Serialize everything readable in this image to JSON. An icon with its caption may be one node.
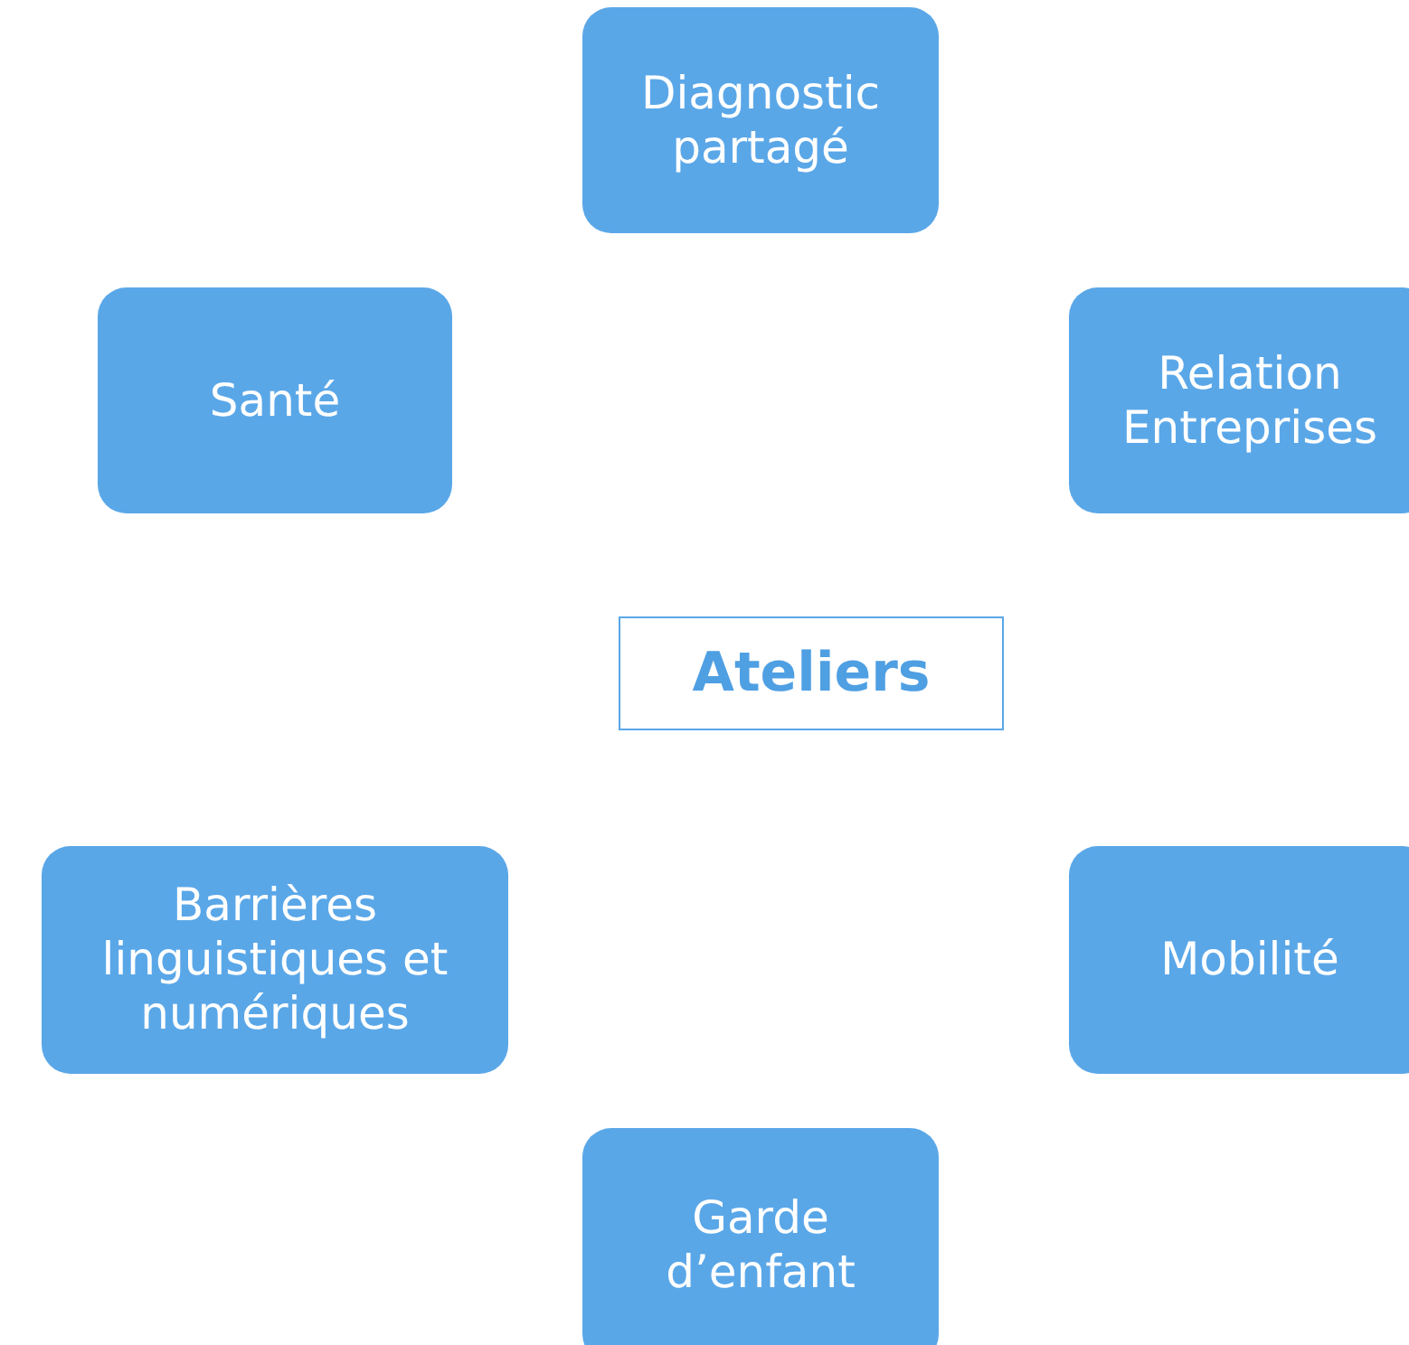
{
  "diagram": {
    "nodes": [
      {
        "text": [
          "Diagnostic partagé"
        ]
      },
      {
        "text": [
          "Santé"
        ]
      },
      {
        "text": [
          "Relation Entreprises"
        ]
      },
      {
        "text": [
          "Ateliers"
        ]
      },
      {
        "text": [
          "Barrières linguistiques et numériques"
        ]
      },
      {
        "text": [
          "Mobilité"
        ]
      },
      {
        "text": [
          "Garde d’enfant"
        ]
      }
    ]
  }
}
